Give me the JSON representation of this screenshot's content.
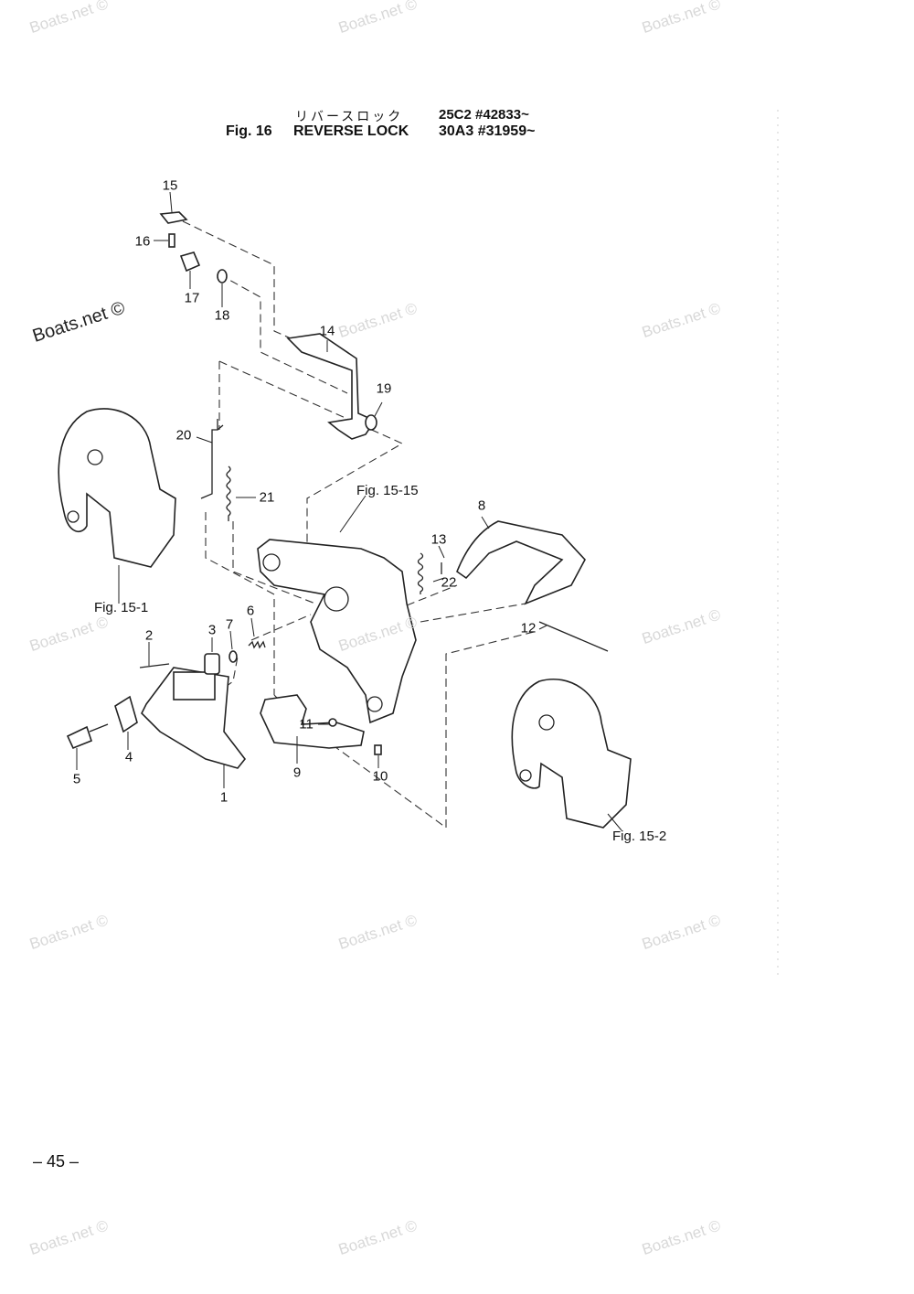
{
  "header": {
    "jp_title": "リバースロック",
    "fig_label": "Fig. 16",
    "title": "REVERSE LOCK",
    "serial_1": "25C2 #42833~",
    "serial_2": "30A3 #31959~"
  },
  "watermark": "Boats.net ©",
  "part_numbers": [
    "1",
    "2",
    "3",
    "4",
    "5",
    "6",
    "7",
    "8",
    "9",
    "10",
    "11",
    "12",
    "13",
    "14",
    "15",
    "16",
    "17",
    "18",
    "19",
    "20",
    "21",
    "22"
  ],
  "figure_refs": {
    "fig_15_15": "Fig. 15-15",
    "fig_15_1": "Fig. 15-1",
    "fig_15_2": "Fig. 15-2"
  },
  "page_number": "– 45 –"
}
